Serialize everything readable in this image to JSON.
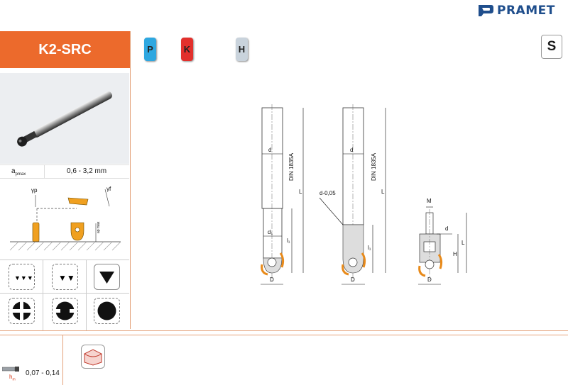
{
  "brand": {
    "name": "PRAMET"
  },
  "header": {
    "title": "K2-SRC",
    "iso_groups": [
      "P",
      "K",
      "H"
    ],
    "s_badge": "S"
  },
  "parameters": {
    "ap_label": "a",
    "ap_sub": "pmax",
    "ap_value": "0,6 - 3,2 mm"
  },
  "geometry_labels": {
    "gamma_p": "γp",
    "gamma_f": "γf",
    "ap_small": "ap max"
  },
  "drawing_labels": {
    "d": "d",
    "d1": "d₁",
    "D": "D",
    "L": "L",
    "l1": "l₁",
    "din": "DIN 1835A",
    "chamfer": "d-0,05",
    "M": "M",
    "H": "H"
  },
  "feed": {
    "label": "h",
    "sub": "m",
    "value": "0,07 - 0,14"
  },
  "colors": {
    "accent": "#ec6a2c",
    "p": "#2ea7e0",
    "k": "#e2302c",
    "h": "#c9d3dc",
    "brand": "#1f4e8c"
  },
  "icons": [
    "pramet-logo-icon",
    "cutter-photo",
    "geometry-diagram",
    "light-cut-icon",
    "medium-cut-icon",
    "heavy-cut-icon",
    "interrupted-cut-icon",
    "semi-interrupted-icon",
    "continuous-cut-icon",
    "profile-milling-icon",
    "feed-tool-icon"
  ]
}
